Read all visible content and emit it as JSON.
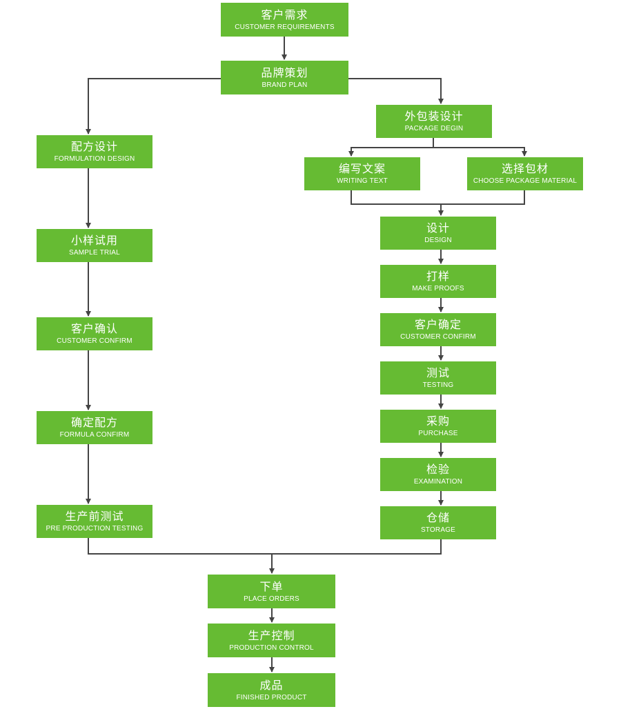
{
  "colors": {
    "box": "#66bb33",
    "line": "#444444",
    "text": "#ffffff"
  },
  "steps": {
    "customer_requirements": {
      "zh": "客户需求",
      "en": "CUSTOMER REQUIREMENTS"
    },
    "brand_plan": {
      "zh": "品牌策划",
      "en": "BRAND PLAN"
    },
    "package_design": {
      "zh": "外包装设计",
      "en": "PACKAGE DEGIN"
    },
    "writing_text": {
      "zh": "编写文案",
      "en": "WRITING TEXT"
    },
    "choose_package_material": {
      "zh": "选择包材",
      "en": "CHOOSE PACKAGE MATERIAL"
    },
    "design": {
      "zh": "设计",
      "en": "DESIGN"
    },
    "make_proofs": {
      "zh": "打样",
      "en": "MAKE PROOFS"
    },
    "customer_confirm_right": {
      "zh": "客户确定",
      "en": "CUSTOMER CONFIRM"
    },
    "testing": {
      "zh": "测试",
      "en": "TESTING"
    },
    "purchase": {
      "zh": "采购",
      "en": "PURCHASE"
    },
    "examination": {
      "zh": "检验",
      "en": "EXAMINATION"
    },
    "storage": {
      "zh": "仓储",
      "en": "STORAGE"
    },
    "formulation_design": {
      "zh": "配方设计",
      "en": "FORMULATION DESIGN"
    },
    "sample_trial": {
      "zh": "小样试用",
      "en": "SAMPLE TRIAL"
    },
    "customer_confirm_left": {
      "zh": "客户确认",
      "en": "CUSTOMER CONFIRM"
    },
    "formula_confirm": {
      "zh": "确定配方",
      "en": "FORMULA CONFIRM"
    },
    "pre_production_testing": {
      "zh": "生产前测试",
      "en": "PRE PRODUCTION TESTING"
    },
    "place_orders": {
      "zh": "下单",
      "en": "PLACE ORDERS"
    },
    "production_control": {
      "zh": "生产控制",
      "en": "PRODUCTION CONTROL"
    },
    "finished_product": {
      "zh": "成品",
      "en": "FINISHED PRODUCT"
    }
  }
}
